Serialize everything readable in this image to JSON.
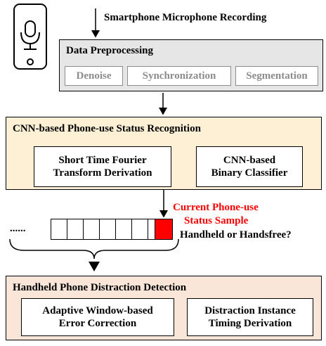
{
  "top_label": "Smartphone  Microphone Recording",
  "preprocess": {
    "title": "Data Preprocessing",
    "steps": [
      "Denoise",
      "Synchronization",
      "Segmentation"
    ]
  },
  "cnn_stage": {
    "title": "CNN-based Phone-use Status Recognition",
    "stft_line1": "Short Time Fourier",
    "stft_line2": "Transform Derivation",
    "classifier_line1": "CNN-based",
    "classifier_line2": "Binary Classifier"
  },
  "sequence": {
    "ellipsis": "......",
    "current_line1": "Current Phone-use",
    "current_line2": "Status Sample",
    "question": "Handheld or Handsfree?",
    "accent_color": "#ff0000"
  },
  "detection_stage": {
    "title": "Handheld Phone Distraction Detection",
    "awec_line1": "Adaptive Window-based",
    "awec_line2": "Error Correction",
    "timing_line1": "Distraction Instance",
    "timing_line2": "Timing Derivation"
  },
  "icons": {
    "phone": "smartphone-microphone-icon"
  }
}
